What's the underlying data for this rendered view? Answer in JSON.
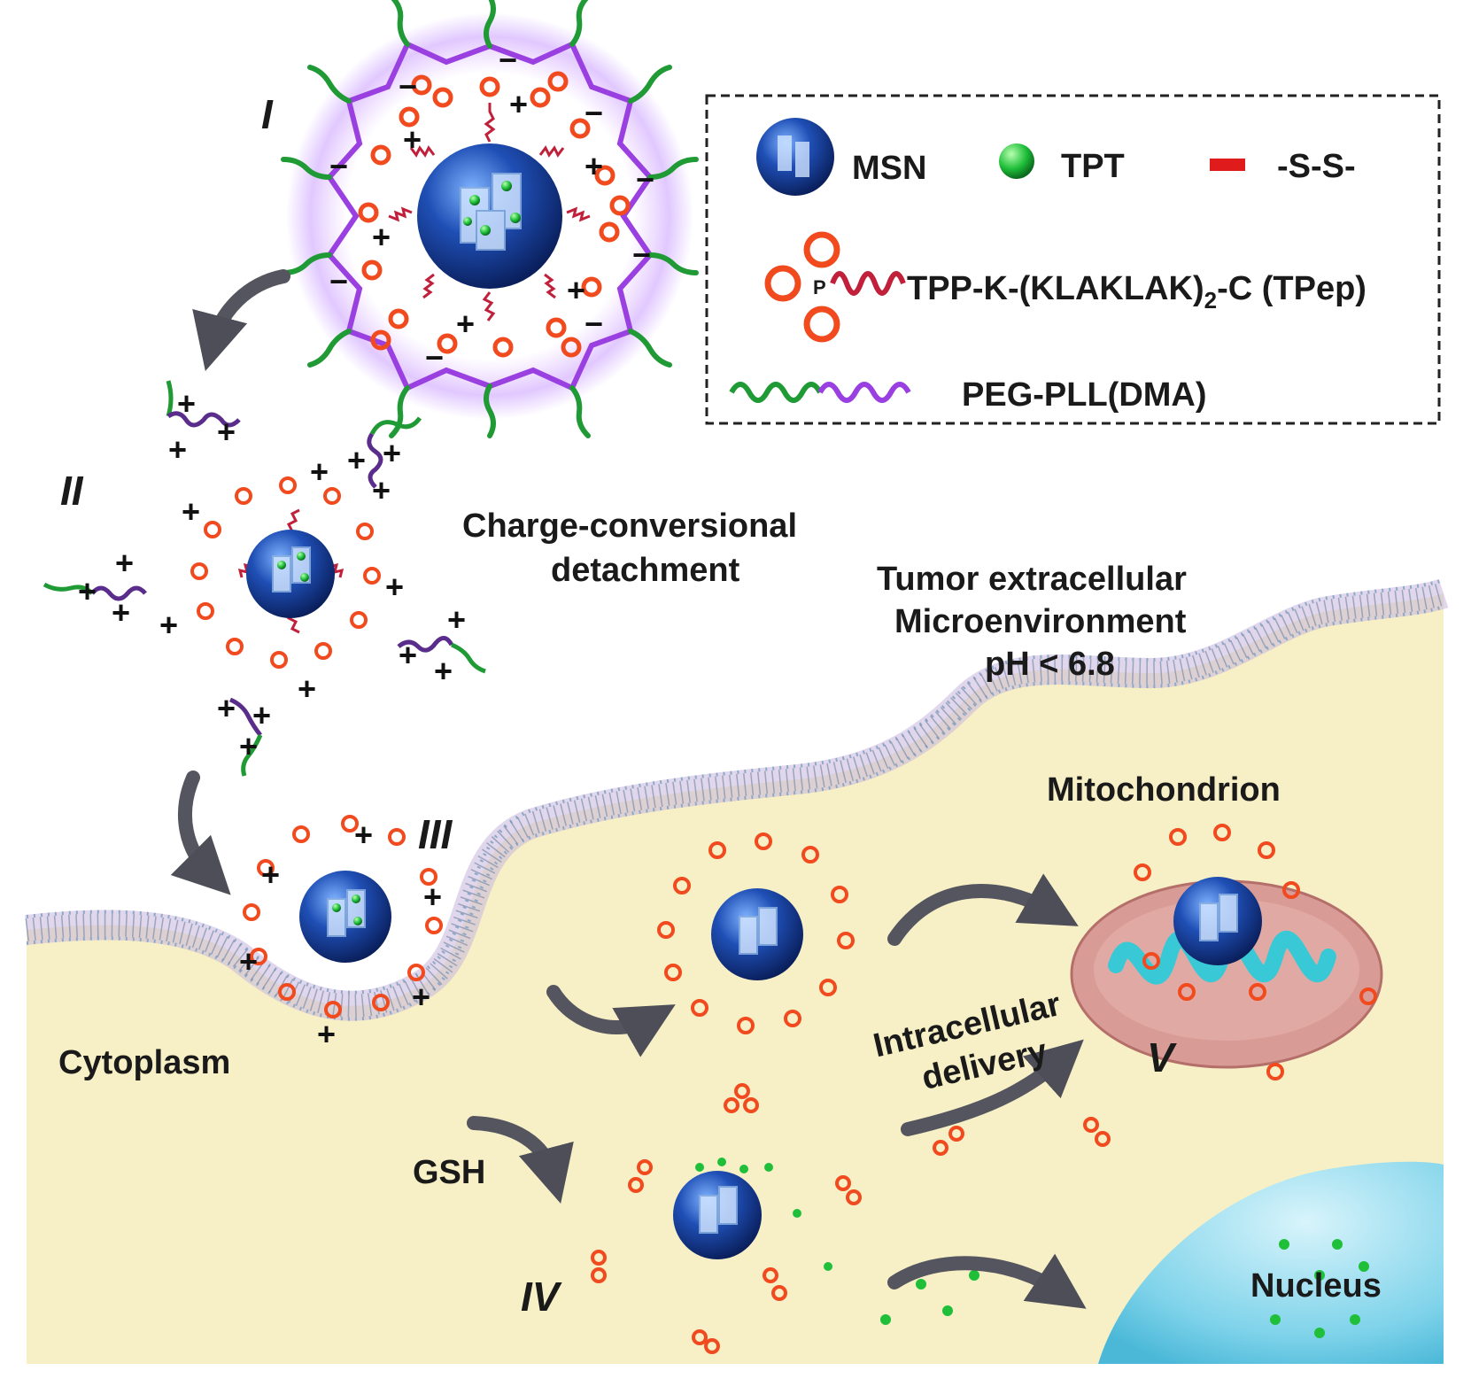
{
  "stages": {
    "i": "I",
    "ii": "II",
    "iii": "III",
    "iv": "IV",
    "v": "V"
  },
  "labels": {
    "charge_line1": "Charge-conversional",
    "charge_line2": "detachment",
    "tumor_line1": "Tumor extracellular",
    "tumor_line2": "Microenvironment",
    "tumor_line3": "pH < 6.8",
    "mitochondrion": "Mitochondrion",
    "cytoplasm": "Cytoplasm",
    "intracellular_line1": "Intracellular",
    "intracellular_line2": "delivery",
    "gsh": "GSH",
    "nucleus": "Nucleus"
  },
  "legend": {
    "msn": "MSN",
    "tpt": "TPT",
    "disulfide": "-S-S-",
    "tpep_prefix": "TPP-K-(KLAKLAK)",
    "tpep_sub": "2",
    "tpep_suffix": "-C  (TPep)",
    "phosphorus": "P",
    "peg": "PEG-PLL(DMA)"
  },
  "colors": {
    "cytoplasm": "#f7f0c6",
    "membrane_head": "#9fb4cf",
    "membrane_edge": "#b48bd1",
    "nanoparticle": "#1f4fb5",
    "tpt_green": "#1fbf3a",
    "tpp_ring": "#f04a1e",
    "peptide": "#c0203a",
    "peg": "#1f9a34",
    "pll": "#9a3fe0",
    "mito": "#d99b95",
    "mito_crista": "#39c9d6",
    "nucleus": "#5cc3de",
    "arrow": "#5b5b66"
  }
}
